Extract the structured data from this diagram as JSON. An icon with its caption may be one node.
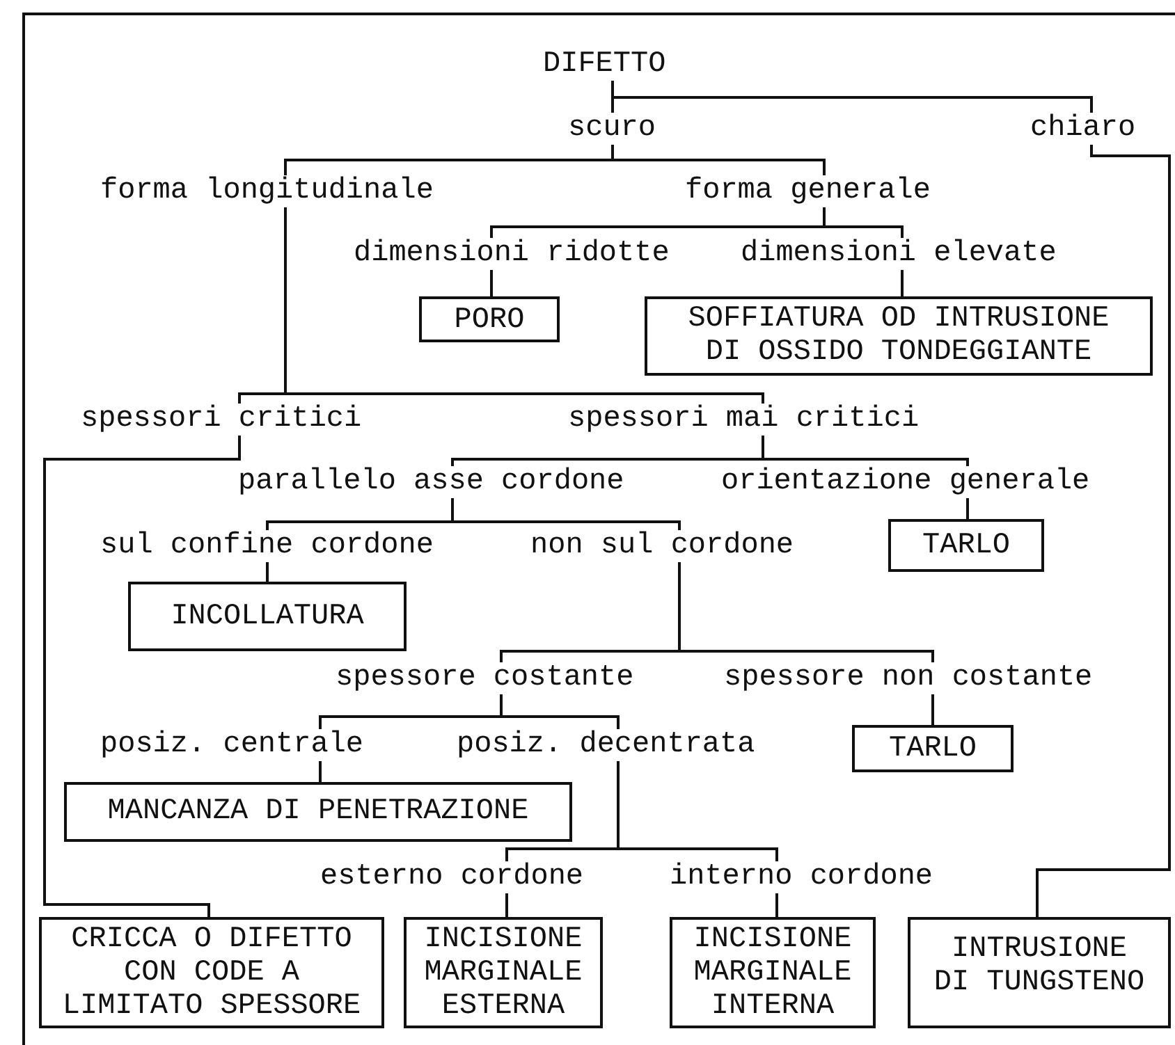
{
  "diagram": {
    "nodes": [
      {
        "text": [
          "DIFETTO"
        ]
      },
      {
        "text": [
          "scuro"
        ]
      },
      {
        "text": [
          "chiaro"
        ]
      },
      {
        "text": [
          "forma longitudinale"
        ]
      },
      {
        "text": [
          "forma generale"
        ]
      },
      {
        "text": [
          "dimensioni ridotte"
        ]
      },
      {
        "text": [
          "dimensioni elevate"
        ]
      },
      {
        "text": [
          "PORO"
        ]
      },
      {
        "text": [
          "SOFFIATURA OD INTRUSIONE DI OSSIDO TONDEGGIANTE"
        ]
      },
      {
        "text": [
          "spessori critici"
        ]
      },
      {
        "text": [
          "spessori mai critici"
        ]
      },
      {
        "text": [
          "parallelo asse cordone"
        ]
      },
      {
        "text": [
          "orientazione generale"
        ]
      },
      {
        "text": [
          "sul confine cordone"
        ]
      },
      {
        "text": [
          "non sul cordone"
        ]
      },
      {
        "text": [
          "INCOLLATURA"
        ]
      },
      {
        "text": [
          "TARLO"
        ]
      },
      {
        "text": [
          "spessore costante"
        ]
      },
      {
        "text": [
          "spessore non costante"
        ]
      },
      {
        "text": [
          "posiz. centrale"
        ]
      },
      {
        "text": [
          "posiz. decentrata"
        ]
      },
      {
        "text": [
          "TARLO"
        ]
      },
      {
        "text": [
          "MANCANZA DI PENETRAZIONE"
        ]
      },
      {
        "text": [
          "esterno cordone"
        ]
      },
      {
        "text": [
          "interno cordone"
        ]
      },
      {
        "text": [
          "CRICCA O DIFETTO CON CODE A LIMITATO SPESSORE"
        ]
      },
      {
        "text": [
          "INCISIONE MARGINALE ESTERNA"
        ]
      },
      {
        "text": [
          "INCISIONE MARGINALE INTERNA"
        ]
      },
      {
        "text": [
          "INTRUSIONE DI TUNGSTENO"
        ]
      }
    ],
    "edges": [
      {
        "from": 0,
        "to": 1,
        "arrow": "none"
      },
      {
        "from": 0,
        "to": 2,
        "arrow": "none"
      },
      {
        "from": 1,
        "to": 3,
        "arrow": "none"
      },
      {
        "from": 1,
        "to": 4,
        "arrow": "none"
      },
      {
        "from": 4,
        "to": 5,
        "arrow": "none"
      },
      {
        "from": 4,
        "to": 6,
        "arrow": "none"
      },
      {
        "from": 5,
        "to": 7,
        "arrow": "none"
      },
      {
        "from": 6,
        "to": 8,
        "arrow": "none"
      },
      {
        "from": 3,
        "to": 9,
        "arrow": "none"
      },
      {
        "from": 3,
        "to": 10,
        "arrow": "none"
      },
      {
        "from": 9,
        "to": 25,
        "arrow": "none"
      },
      {
        "from": 10,
        "to": 11,
        "arrow": "none"
      },
      {
        "from": 10,
        "to": 12,
        "arrow": "none"
      },
      {
        "from": 12,
        "to": 16,
        "arrow": "none"
      },
      {
        "from": 11,
        "to": 13,
        "arrow": "none"
      },
      {
        "from": 11,
        "to": 14,
        "arrow": "none"
      },
      {
        "from": 13,
        "to": 15,
        "arrow": "none"
      },
      {
        "from": 14,
        "to": 17,
        "arrow": "none"
      },
      {
        "from": 14,
        "to": 18,
        "arrow": "none"
      },
      {
        "from": 18,
        "to": 21,
        "arrow": "none"
      },
      {
        "from": 17,
        "to": 19,
        "arrow": "none"
      },
      {
        "from": 17,
        "to": 20,
        "arrow": "none"
      },
      {
        "from": 19,
        "to": 22,
        "arrow": "none"
      },
      {
        "from": 20,
        "to": 23,
        "arrow": "none"
      },
      {
        "from": 20,
        "to": 24,
        "arrow": "none"
      },
      {
        "from": 23,
        "to": 26,
        "arrow": "none"
      },
      {
        "from": 24,
        "to": 27,
        "arrow": "none"
      },
      {
        "from": 2,
        "to": 28,
        "arrow": "none"
      }
    ]
  }
}
